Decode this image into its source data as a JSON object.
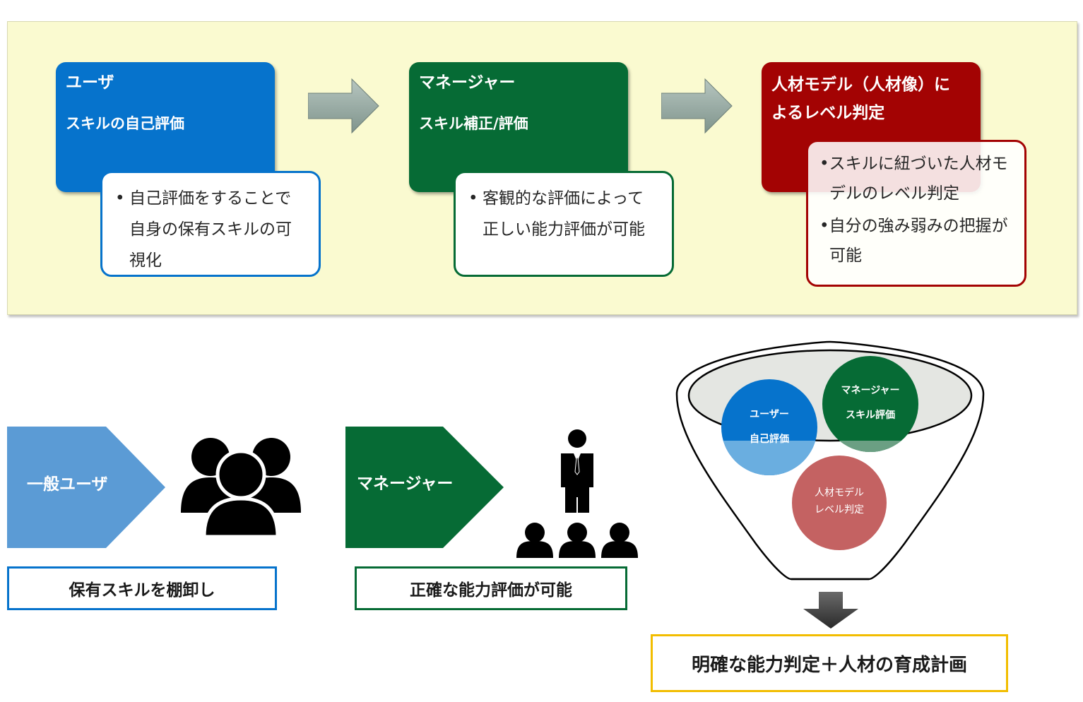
{
  "flow": {
    "user": {
      "title": "ユーザ",
      "subtitle": "スキルの自己評価",
      "note": [
        "•",
        "自己評価をすることで",
        "自身の保有スキルの可",
        "視化"
      ]
    },
    "manager": {
      "title": "マネージャー",
      "subtitle": "スキル補正/評価",
      "note": [
        "•",
        "客観的な評価によって",
        "正しい能力評価が可能"
      ]
    },
    "model": {
      "title_line1": "人材モデル（人材像）に",
      "title_line2": "よるレベル判定",
      "note": [
        "•スキルに紐づいた人材モ",
        "デルのレベル判定",
        "•自分の強み弱みの把握が",
        "可能"
      ]
    }
  },
  "roles": {
    "general_user": "一般ユーザ",
    "general_user_caption": "保有スキルを棚卸し",
    "manager": "マネージャー",
    "manager_caption": "正確な能力評価が可能"
  },
  "funnel": {
    "circle_user": [
      "ユーザー",
      "自己評価"
    ],
    "circle_manager": [
      "マネージャー",
      "スキル評価"
    ],
    "circle_model": [
      "人材モデル",
      "レベル判定"
    ],
    "result": "明確な能力判定＋人材の育成計画"
  },
  "colors": {
    "blue": "#0673cc",
    "green": "#066b35",
    "red": "#a30303",
    "light_blue": "#5b9bd5",
    "yellow_border": "#f2bd00"
  }
}
